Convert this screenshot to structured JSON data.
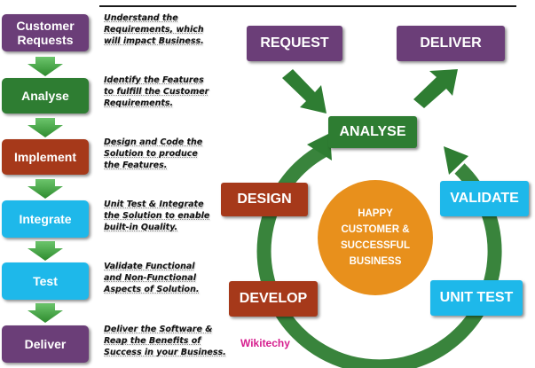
{
  "steps": [
    {
      "label_lines": [
        "Customer",
        "Requests"
      ],
      "color": "#6b3e78",
      "desc_lines": [
        "Understand the",
        "Requirements, which",
        "will impact Business."
      ]
    },
    {
      "label_lines": [
        "Analyse"
      ],
      "color": "#2e7d32",
      "desc_lines": [
        "Identify the Features",
        "to fulfill the Customer",
        "Requirements."
      ]
    },
    {
      "label_lines": [
        "Implement"
      ],
      "color": "#a6391a",
      "desc_lines": [
        "Design and Code the",
        "Solution to produce",
        "the Features."
      ]
    },
    {
      "label_lines": [
        "Integrate"
      ],
      "color": "#1eb8ea",
      "desc_lines": [
        "Unit Test & Integrate",
        "the Solution to enable",
        "built-in Quality."
      ]
    },
    {
      "label_lines": [
        "Test"
      ],
      "color": "#1eb8ea",
      "desc_lines": [
        "Validate Functional",
        "and Non-Functional",
        "Aspects of Solution."
      ]
    },
    {
      "label_lines": [
        "Deliver"
      ],
      "color": "#6b3e78",
      "desc_lines": [
        "Deliver the Software &",
        "Reap the Benefits of",
        "Success in your Business."
      ]
    }
  ],
  "cycle": {
    "request": "REQUEST",
    "deliver": "DELIVER",
    "analyse": "ANALYSE",
    "design": "DESIGN",
    "validate": "VALIDATE",
    "develop": "DEVELOP",
    "unit_test": "UNIT TEST",
    "center_lines": [
      "HAPPY",
      "CUSTOMER &",
      "SUCCESSFUL",
      "BUSINESS"
    ]
  },
  "colors": {
    "purple": "#6b3e78",
    "green": "#2e7d32",
    "arrow_green": "#3c9a3c",
    "brown": "#a6391a",
    "cyan": "#1eb8ea",
    "orange": "#e8901c",
    "brand": "#d61e8e"
  },
  "brand": "Wikitechy"
}
